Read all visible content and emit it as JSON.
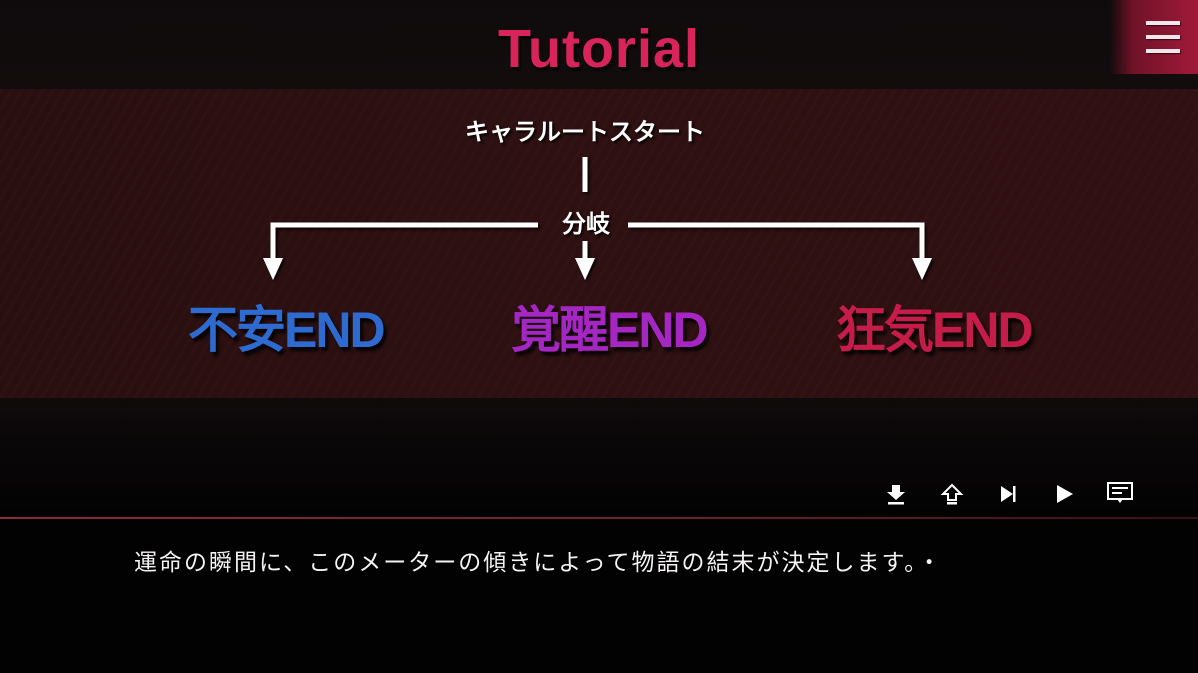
{
  "header": {
    "title": "Tutorial",
    "menu_icon": "hamburger-menu-icon"
  },
  "diagram": {
    "start_label": "キャラルートスタート",
    "branch_label": "分岐",
    "endings": [
      {
        "label": "不安END",
        "color": "#2e6bd0"
      },
      {
        "label": "覚醒END",
        "color": "#a626c4"
      },
      {
        "label": "狂気END",
        "color": "#c61c49"
      }
    ]
  },
  "controls": [
    {
      "name": "save",
      "icon": "download-arrow-icon"
    },
    {
      "name": "load",
      "icon": "upload-arrow-icon"
    },
    {
      "name": "skip",
      "icon": "skip-forward-icon"
    },
    {
      "name": "auto",
      "icon": "play-icon"
    },
    {
      "name": "log",
      "icon": "message-log-icon"
    }
  ],
  "dialog": {
    "text": "運命の瞬間に、このメーターの傾きによって物語の結末が決定します。・"
  },
  "colors": {
    "accent": "#d8245a",
    "panel_bg": "#2e1011",
    "divider": "#8a2a3a"
  }
}
